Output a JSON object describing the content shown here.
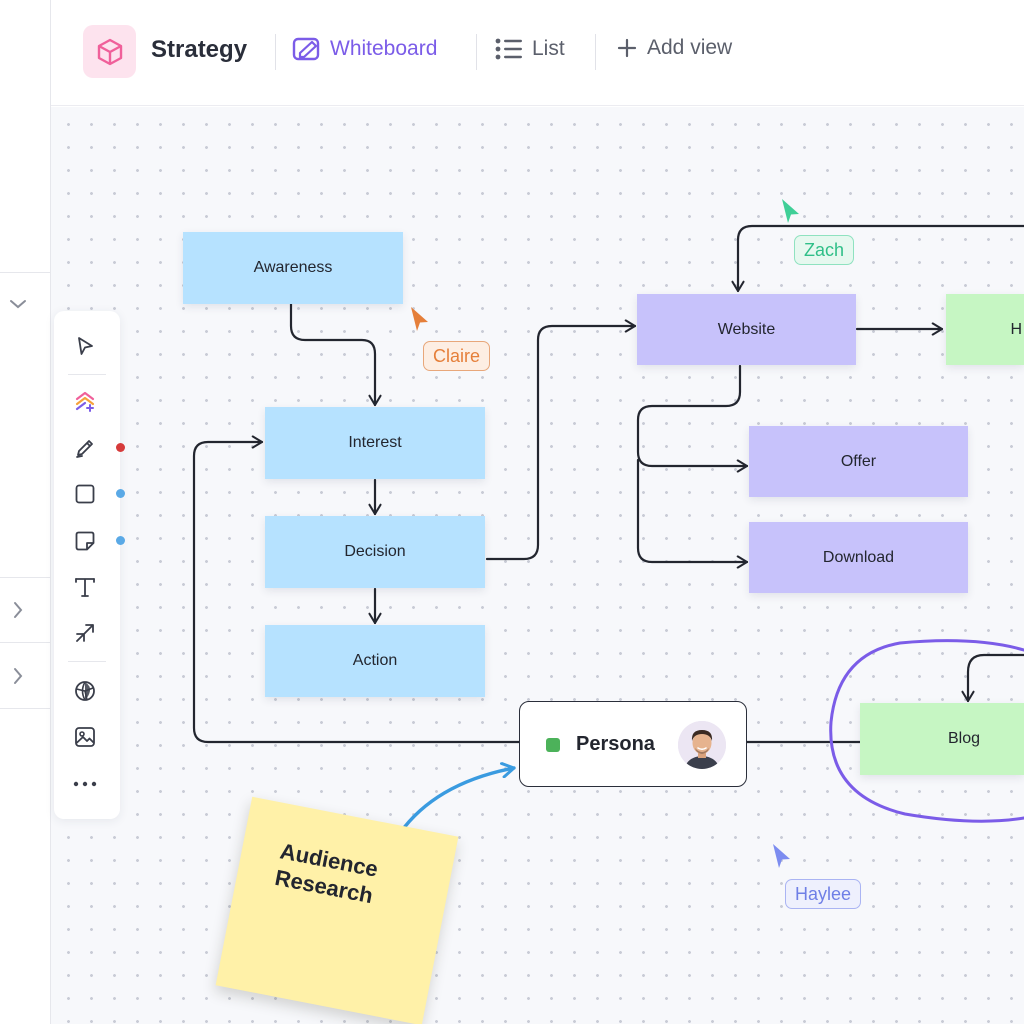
{
  "header": {
    "space_title": "Strategy",
    "views": [
      {
        "label": "Whiteboard",
        "active": true,
        "icon": "whiteboard-icon"
      },
      {
        "label": "List",
        "active": false,
        "icon": "list-icon"
      },
      {
        "label": "Add view",
        "active": false,
        "icon": "plus-icon"
      }
    ]
  },
  "nodes": {
    "awareness": "Awareness",
    "interest": "Interest",
    "decision": "Decision",
    "action": "Action",
    "website": "Website",
    "offer": "Offer",
    "download": "Download",
    "home": "H",
    "blog": "Blog"
  },
  "persona": {
    "label": "Persona"
  },
  "sticky": {
    "text": "Audience\nResearch"
  },
  "collaborators": [
    {
      "name": "Claire",
      "color": "#e57f3a"
    },
    {
      "name": "Zach",
      "color": "#3fcf97"
    },
    {
      "name": "Haylee",
      "color": "#7c8cf0"
    }
  ],
  "toolbar": {
    "tools": [
      "pointer-icon",
      "ai-brain-icon",
      "pen-icon",
      "shape-icon",
      "sticky-note-icon",
      "text-icon",
      "connector-icon",
      "globe-icon",
      "image-icon",
      "more-icon"
    ],
    "pen_color": "#d63b3b",
    "shape_color": "#5aa9e6",
    "sticky_color": "#5aa9e6"
  },
  "colors": {
    "accent": "#7b5ce8",
    "node_blue": "#b6e2ff",
    "node_purple": "#c7c2fb",
    "node_green": "#c6f6c3",
    "sticky": "#fff1a8",
    "highlight_circle": "#7b5ce8",
    "arrow_blue": "#3a9be0"
  }
}
